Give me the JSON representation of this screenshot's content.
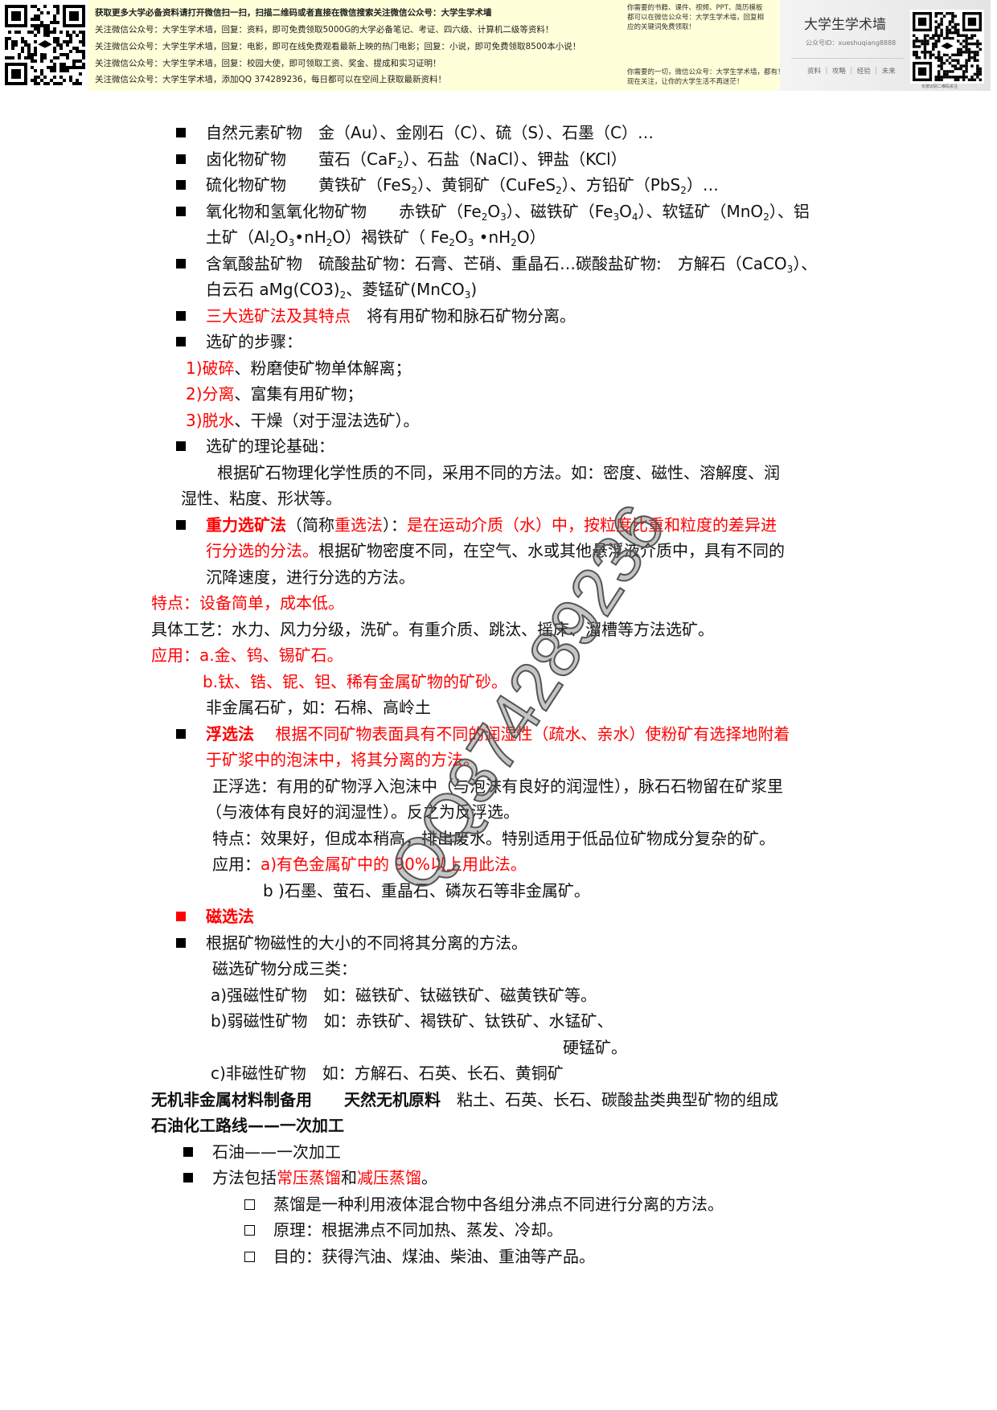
{
  "banner": {
    "lines": [
      "获取更多大学必备资料请打开微信扫一扫，扫描二维码或者直接在微信搜索关注微信公众号：大学生学术墙",
      "关注微信公众号：大学生学术墙，回复：资料，即可免费领取5000G的大学必备笔记、考证、四六级、计算机二级等资料！",
      "关注微信公众号：大学生学术墙，回复：电影，即可在线免费观看最新上映的热门电影；回复：小说，即可免费领取8500本小说！",
      "关注微信公众号：大学生学术墙，回复：校园大使，即可领取工资、奖金、提成和实习证明！",
      "关注微信公众号：大学生学术墙，添加QQ 374289236，每日都可以在空间上获取最新资料！"
    ],
    "side_top": [
      "你需要的书籍、课件、视频、PPT、简历模板",
      "都可以在微信公众号：大学生学术墙，回复相",
      "应的关键词免费领取！"
    ],
    "side_bottom": [
      "你需要的一切，微信公众号：大学生学术墙，都有！",
      "现在关注，让你的大学生活不再迷茫！"
    ],
    "card_title": "大学生学术墙",
    "card_id": "公众号ID：xueshuqiang8888",
    "card_links": "资料 ｜ 攻略 ｜ 经验 ｜ 未来",
    "qr_caption": "长按识别二维码关注"
  },
  "watermark": "QQ374289236",
  "colors": {
    "accent_red": "#ff0000",
    "banner_yellow": "#ffffd9"
  },
  "lines": [
    {
      "marker": "filled-square",
      "segs": [
        [
          "自然元素矿物　金（Au）、金刚石（C）、硫（S）、石墨（C）…",
          ""
        ]
      ]
    },
    {
      "marker": "filled-square",
      "segs": [
        [
          "卤化物矿物　　萤石（CaF",
          ""
        ],
        [
          "2",
          "s"
        ],
        [
          "）、石盐（NaCl）、钾盐（KCl）",
          ""
        ]
      ]
    },
    {
      "marker": "filled-square",
      "segs": [
        [
          "硫化物矿物　　黄铁矿（FeS",
          ""
        ],
        [
          "2",
          "s"
        ],
        [
          "）、黄铜矿（CuFeS",
          ""
        ],
        [
          "2",
          "s"
        ],
        [
          "）、方铅矿（PbS",
          ""
        ],
        [
          "2",
          "s"
        ],
        [
          "）…",
          ""
        ]
      ]
    },
    {
      "marker": "filled-square",
      "segs": [
        [
          "氧化物和氢氧化物矿物　　赤铁矿（Fe",
          ""
        ],
        [
          "2",
          "s"
        ],
        [
          "O",
          ""
        ],
        [
          "3",
          "s"
        ],
        [
          "）、磁铁矿（Fe",
          ""
        ],
        [
          "3",
          "s"
        ],
        [
          "O",
          ""
        ],
        [
          "4",
          "s"
        ],
        [
          "）、软锰矿（MnO",
          ""
        ],
        [
          "2",
          "s"
        ],
        [
          "）、铝",
          ""
        ]
      ]
    },
    {
      "marker": "",
      "segs": [
        [
          "土矿（Al",
          ""
        ],
        [
          "2",
          "s"
        ],
        [
          "O",
          ""
        ],
        [
          "3",
          "s"
        ],
        [
          "•nH",
          ""
        ],
        [
          "2",
          "s"
        ],
        [
          "O）褐铁矿（ Fe",
          ""
        ],
        [
          "2",
          "s"
        ],
        [
          "O",
          ""
        ],
        [
          "3",
          "s"
        ],
        [
          " •nH",
          ""
        ],
        [
          "2",
          "s"
        ],
        [
          "O）",
          ""
        ]
      ]
    },
    {
      "marker": "filled-square",
      "segs": [
        [
          "含氧酸盐矿物　硫酸盐矿物：石膏、芒硝、重晶石…碳酸盐矿物:　方解石（CaCO",
          ""
        ],
        [
          "3",
          "s"
        ],
        [
          "）、",
          ""
        ]
      ]
    },
    {
      "marker": "",
      "segs": [
        [
          "白云石 aMg(CO3)",
          ""
        ],
        [
          "2",
          "s"
        ],
        [
          "、菱锰矿(MnCO",
          ""
        ],
        [
          "3",
          "s"
        ],
        [
          ")",
          ""
        ]
      ]
    },
    {
      "marker": "filled-square",
      "segs": [
        [
          "三大选矿法及其特点",
          "r"
        ],
        [
          "　将有用矿物和脉石矿物分离。",
          ""
        ]
      ]
    },
    {
      "marker": "filled-square",
      "segs": [
        [
          "选矿的步骤：",
          ""
        ]
      ]
    },
    {
      "marker": "",
      "segs": [
        [
          "1)破碎",
          "r"
        ],
        [
          "、粉磨使矿物单体解离；",
          ""
        ]
      ]
    },
    {
      "marker": "",
      "segs": [
        [
          "2)分离",
          "r"
        ],
        [
          "、富集有用矿物；",
          ""
        ]
      ]
    },
    {
      "marker": "",
      "segs": [
        [
          "3)脱水",
          "r"
        ],
        [
          "、干燥（对于湿法选矿）。",
          ""
        ]
      ]
    },
    {
      "marker": "filled-square",
      "segs": [
        [
          "选矿的理论基础：",
          ""
        ]
      ]
    },
    {
      "marker": "",
      "segs": [
        [
          "根据矿石物理化学性质的不同，采用不同的方法。如：密度、磁性、溶解度、润",
          ""
        ]
      ]
    },
    {
      "marker": "",
      "segs": [
        [
          "湿性、粘度、形状等。",
          ""
        ]
      ]
    },
    {
      "marker": "filled-square",
      "segs": [
        [
          "重力选矿法",
          "r b"
        ],
        [
          "（简称",
          ""
        ],
        [
          "重选法",
          "r"
        ],
        [
          "）：",
          ""
        ],
        [
          "是在运动介质（水）中，按粒度比重和粒度的差异进",
          "r"
        ]
      ]
    },
    {
      "marker": "",
      "segs": [
        [
          "行分选的分法。",
          "r"
        ],
        [
          "根据矿物密度不同，在空气、水或其他悬浮液介质中，具有不同的",
          ""
        ]
      ]
    },
    {
      "marker": "",
      "segs": [
        [
          "沉降速度，进行分选的方法。",
          ""
        ]
      ]
    },
    {
      "marker": "",
      "segs": [
        [
          "特点：设备简单，成本低。",
          "r"
        ]
      ]
    },
    {
      "marker": "",
      "segs": [
        [
          "具体工艺：水力、风力分级，洗矿。有重介质、跳汰、摇床、溜槽等方法选矿。",
          ""
        ]
      ]
    },
    {
      "marker": "",
      "segs": [
        [
          "应用：a.金、钨、锡矿石。",
          "r"
        ]
      ]
    },
    {
      "marker": "",
      "segs": [
        [
          "b.钛、锆、铌、钽、稀有金属矿物的矿砂。",
          "r"
        ]
      ]
    },
    {
      "marker": "",
      "segs": [
        [
          "非金属石矿，如：石棉、高岭土",
          ""
        ]
      ]
    },
    {
      "marker": "filled-square",
      "segs": [
        [
          "浮选法",
          "r b"
        ],
        [
          "　 根据不同矿物表面具有不同的润湿性（疏水、亲水）使粉矿有选择地附着",
          "r"
        ]
      ]
    },
    {
      "marker": "",
      "segs": [
        [
          "于矿浆中的泡沫中，将其分离的方法。",
          "r"
        ]
      ]
    },
    {
      "marker": "",
      "segs": [
        [
          "正浮选：有用的矿物浮入泡沫中（与泡沫有良好的润湿性），脉石石物留在矿浆里",
          ""
        ]
      ]
    },
    {
      "marker": "",
      "segs": [
        [
          "（与液体有良好的润湿性）。反之为反浮选。",
          ""
        ]
      ]
    },
    {
      "marker": "",
      "segs": [
        [
          "特点：效果好，但成本稍高，排出废水。特别适用于低品位矿物成分复杂的矿。",
          ""
        ]
      ]
    },
    {
      "marker": "",
      "segs": [
        [
          "应用：",
          ""
        ],
        [
          "a)有色金属矿中的 90%以上用此法。",
          "r"
        ]
      ]
    },
    {
      "marker": "",
      "segs": [
        [
          "b )石墨、萤石、重晶石、磷灰石等非金属矿。",
          ""
        ]
      ]
    },
    {
      "marker": "red-square",
      "segs": [
        [
          "磁选法",
          "r b"
        ]
      ]
    },
    {
      "marker": "filled-square",
      "segs": [
        [
          "根据矿物磁性的大小的不同将其分离的方法。",
          ""
        ]
      ]
    },
    {
      "marker": "",
      "segs": [
        [
          "磁选矿物分成三类：",
          ""
        ]
      ]
    },
    {
      "marker": "",
      "segs": [
        [
          "a)强磁性矿物　如：磁铁矿、钛磁铁矿、磁黄铁矿等。",
          ""
        ]
      ]
    },
    {
      "marker": "",
      "segs": [
        [
          "b)弱磁性矿物　如：赤铁矿、褐铁矿、钛铁矿、水锰矿、",
          ""
        ]
      ]
    },
    {
      "marker": "",
      "segs": [
        [
          "硬锰矿。",
          ""
        ]
      ]
    },
    {
      "marker": "",
      "segs": [
        [
          "c)非磁性矿物　如：方解石、石英、长石、黄铜矿",
          ""
        ]
      ]
    },
    {
      "marker": "",
      "segs": [
        [
          "无机非金属材料制备用",
          "b"
        ],
        [
          "　　",
          ""
        ],
        [
          "天然无机原料",
          "b"
        ],
        [
          "　粘土、石英、长石、碳酸盐类典型矿物的组成",
          ""
        ]
      ]
    },
    {
      "marker": "",
      "segs": [
        [
          "石油化工路线——一次加工",
          "b"
        ]
      ]
    },
    {
      "marker": "filled-square",
      "segs": [
        [
          "石油——一次加工",
          ""
        ]
      ]
    },
    {
      "marker": "filled-square",
      "segs": [
        [
          "方法包括",
          ""
        ],
        [
          "常压蒸馏",
          "r"
        ],
        [
          "和",
          ""
        ],
        [
          "减压蒸馏",
          "r"
        ],
        [
          "。",
          ""
        ]
      ]
    },
    {
      "marker": "hollow-square",
      "segs": [
        [
          "蒸馏是一种利用液体混合物中各组分沸点不同进行分离的方法。",
          ""
        ]
      ]
    },
    {
      "marker": "hollow-square",
      "segs": [
        [
          "原理：根据沸点不同加热、蒸发、冷却。",
          ""
        ]
      ]
    },
    {
      "marker": "hollow-square",
      "segs": [
        [
          "目的：获得汽油、煤油、柴油、重油等产品。",
          ""
        ]
      ]
    }
  ]
}
